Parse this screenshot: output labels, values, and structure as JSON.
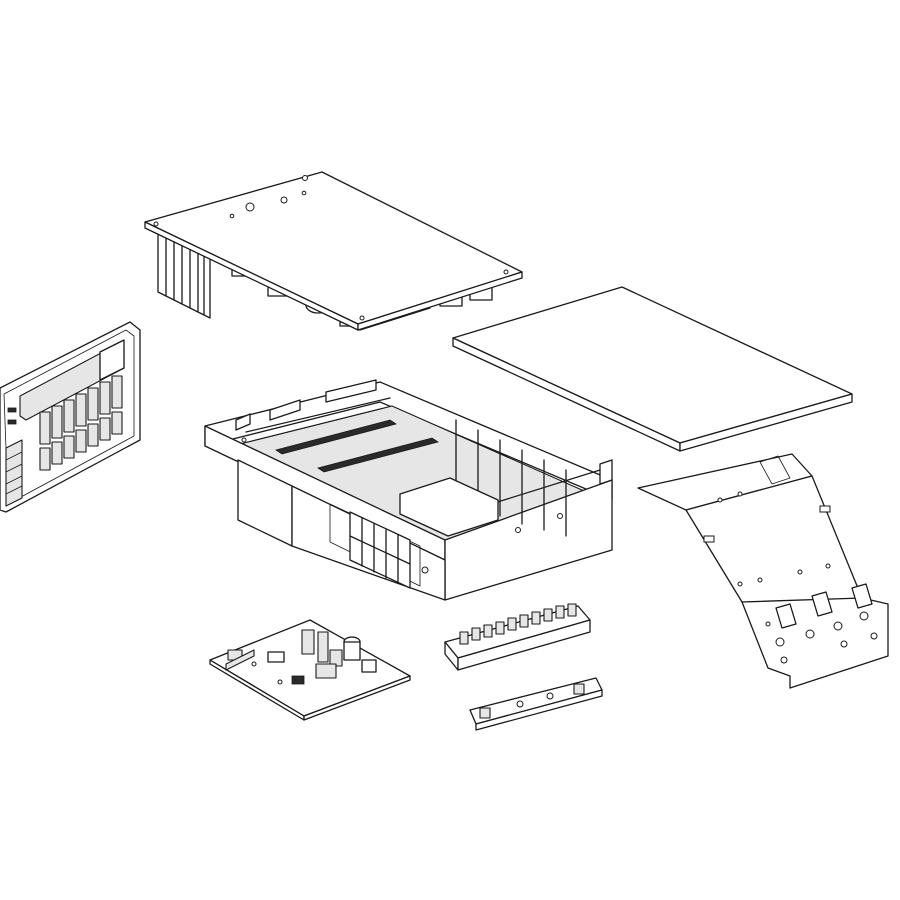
{
  "components": [
    {
      "id": "main-pcb-heatsink",
      "label": ""
    },
    {
      "id": "cover-panel",
      "label": ""
    },
    {
      "id": "side-relay-board",
      "label": ""
    },
    {
      "id": "housing-chassis",
      "label": ""
    },
    {
      "id": "mounting-bracket",
      "label": ""
    },
    {
      "id": "control-pcb",
      "label": ""
    },
    {
      "id": "terminal-block",
      "label": ""
    },
    {
      "id": "small-terminal-strip",
      "label": ""
    }
  ]
}
